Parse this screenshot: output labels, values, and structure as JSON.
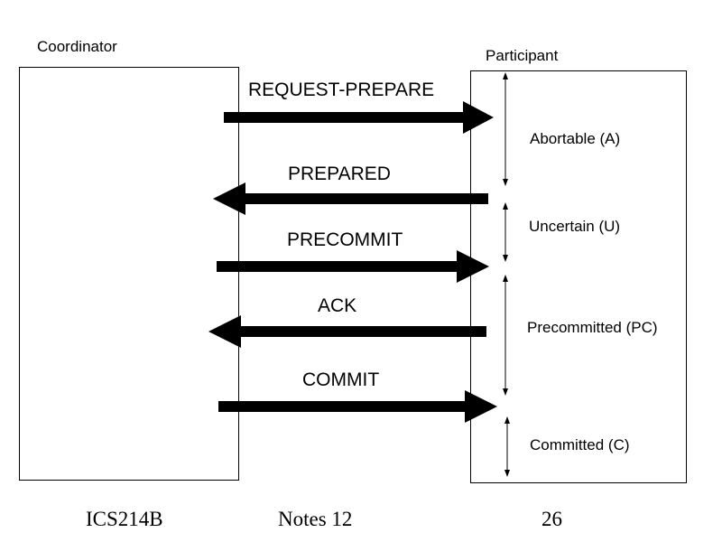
{
  "coordinator": {
    "title": "Coordinator"
  },
  "participant": {
    "title": "Participant"
  },
  "messages": [
    {
      "label": "REQUEST-PREPARE",
      "direction": "to-participant"
    },
    {
      "label": "PREPARED",
      "direction": "to-coordinator"
    },
    {
      "label": "PRECOMMIT",
      "direction": "to-participant"
    },
    {
      "label": "ACK",
      "direction": "to-coordinator"
    },
    {
      "label": "COMMIT",
      "direction": "to-participant"
    }
  ],
  "states": [
    {
      "label": "Abortable (A)"
    },
    {
      "label": "Uncertain (U)"
    },
    {
      "label": "Precommitted (PC)"
    },
    {
      "label": "Committed (C)"
    }
  ],
  "footer": {
    "course": "ICS214B",
    "notes": "Notes 12",
    "page": "26"
  }
}
